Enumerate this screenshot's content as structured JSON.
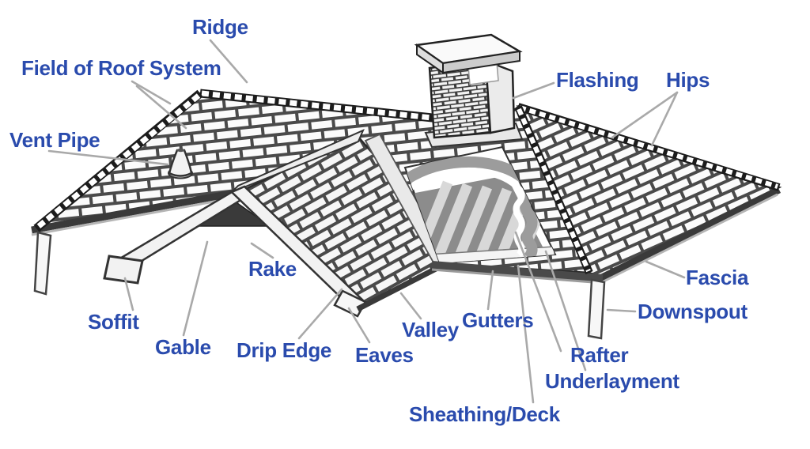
{
  "diagram": {
    "type": "labeled-illustration",
    "subject": "Anatomy of a residential roof system",
    "label_color": "#2a4bad",
    "leader_line_color": "#a9a9a9",
    "background_color": "#ffffff",
    "illustration_parts": [
      "main-roof-plane",
      "gable-wing",
      "right-hip-roof",
      "cutaway-section",
      "chimney",
      "vent-pipe",
      "gutter",
      "downspouts"
    ],
    "labels": {
      "ridge": {
        "text": "Ridge"
      },
      "field_of_roof_system": {
        "text": "Field of Roof System"
      },
      "vent_pipe": {
        "text": "Vent Pipe"
      },
      "flashing": {
        "text": "Flashing"
      },
      "hips": {
        "text": "Hips"
      },
      "rake": {
        "text": "Rake"
      },
      "soffit": {
        "text": "Soffit"
      },
      "gable": {
        "text": "Gable"
      },
      "drip_edge": {
        "text": "Drip Edge"
      },
      "eaves": {
        "text": "Eaves"
      },
      "valley": {
        "text": "Valley"
      },
      "gutters": {
        "text": "Gutters"
      },
      "fascia": {
        "text": "Fascia"
      },
      "downspout": {
        "text": "Downspout"
      },
      "rafter": {
        "text": "Rafter"
      },
      "underlayment": {
        "text": "Underlayment"
      },
      "sheathing_deck": {
        "text": "Sheathing/Deck"
      }
    }
  }
}
